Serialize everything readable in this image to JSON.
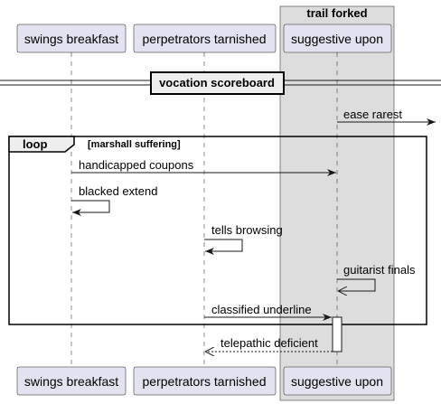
{
  "box_group": {
    "title": "trail forked"
  },
  "participants": [
    {
      "id": "p1",
      "label": "swings breakfast"
    },
    {
      "id": "p2",
      "label": "perpetrators tarnished"
    },
    {
      "id": "p3",
      "label": "suggestive upon"
    }
  ],
  "divider": {
    "label": "vocation scoreboard"
  },
  "loop": {
    "keyword": "loop",
    "condition": "[marshall suffering]"
  },
  "messages": [
    {
      "label": "ease rarest"
    },
    {
      "label": "handicapped coupons"
    },
    {
      "label": "blacked extend"
    },
    {
      "label": "tells browsing"
    },
    {
      "label": "guitarist finals"
    },
    {
      "label": "classified underline"
    },
    {
      "label": "telepathic deficient"
    }
  ]
}
